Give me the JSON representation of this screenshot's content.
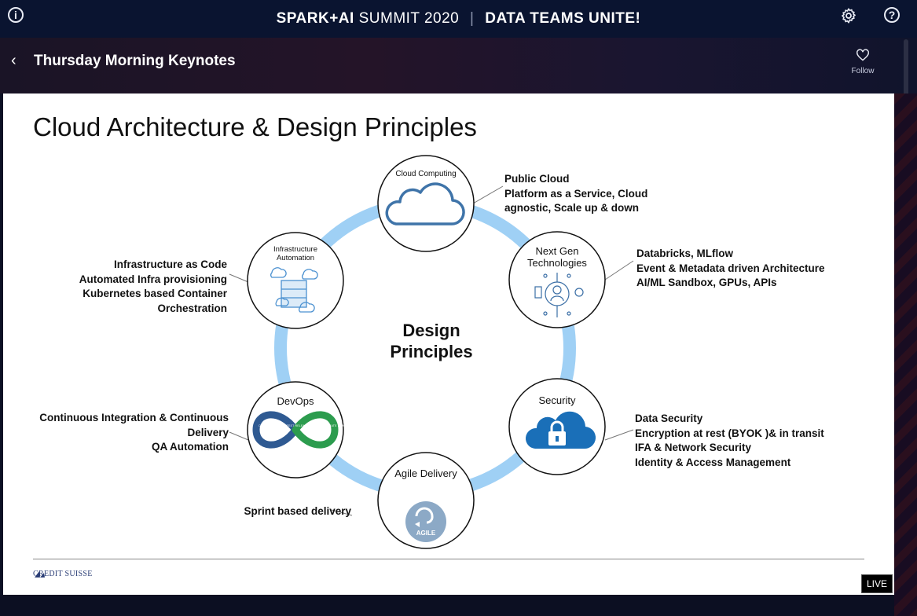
{
  "header": {
    "event_brand": "SPARK+AI",
    "event_summit": "SUMMIT 2020",
    "event_separator": "|",
    "event_tagline": "DATA TEAMS UNITE!",
    "info_icon": "i",
    "help_icon": "?"
  },
  "session": {
    "back_icon": "‹",
    "title": "Thursday Morning Keynotes",
    "follow_label": "Follow"
  },
  "slide": {
    "title": "Cloud Architecture & Design Principles",
    "center_line1": "Design",
    "center_line2": "Principles",
    "nodes": {
      "cloud": "Cloud Computing",
      "nextgen_1": "Next Gen",
      "nextgen_2": "Technologies",
      "security": "Security",
      "agile": "Agile Delivery",
      "devops": "DevOps",
      "infra_1": "Infrastructure",
      "infra_2": "Automation",
      "agile_badge": "AGILE"
    },
    "descriptions": {
      "cloud": [
        "Public Cloud",
        "Platform as a Service, Cloud",
        "agnostic, Scale up & down"
      ],
      "nextgen": [
        "Databricks, MLflow",
        "Event & Metadata driven Architecture",
        "AI/ML Sandbox, GPUs, APIs"
      ],
      "security": [
        "Data Security",
        "Encryption at rest (BYOK )& in transit",
        "IFA & Network Security",
        "Identity & Access Management"
      ],
      "agile": [
        "Sprint based delivery"
      ],
      "devops": [
        "Continuous Integration & Continuous",
        "Delivery",
        "QA Automation"
      ],
      "infra": [
        "Infrastructure as Code",
        "Automated Infra provisioning",
        "Kubernetes based Container",
        "Orchestration"
      ]
    },
    "devops_loop_words": [
      "CODE",
      "PLAN",
      "BUILD",
      "TEST",
      "RELEASE",
      "DEPLOY",
      "OPERATE",
      "MONITOR"
    ],
    "brand": "CREDIT SUISSE"
  },
  "player": {
    "live_badge": "LIVE"
  },
  "colors": {
    "ring": "#9fd0f5",
    "accent_blue": "#1a5fa8",
    "header_bg": "#0a1430"
  }
}
